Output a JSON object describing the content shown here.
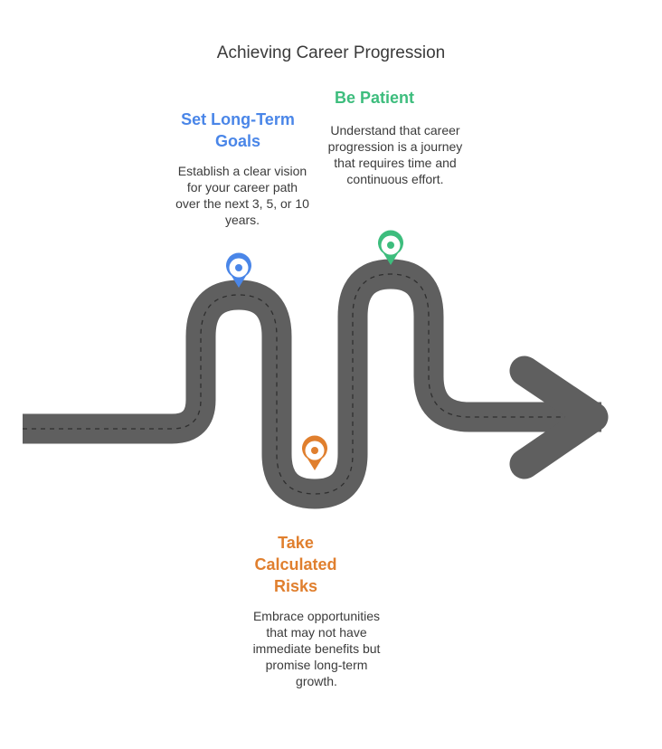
{
  "title": "Achieving Career Progression",
  "colors": {
    "road": "#5f5f5f",
    "lane": "#2f2f2f",
    "goals": "#4a86e8",
    "patient": "#3dbd7d",
    "risks": "#e07f2e"
  },
  "milestones": {
    "goals": {
      "title": "Set Long-Term Goals",
      "description": "Establish a clear vision for your career path over the next 3, 5, or 10 years.",
      "icon": "location-pin-icon"
    },
    "patient": {
      "title": "Be Patient",
      "description": "Understand that career progression is a journey that requires time and continuous effort.",
      "icon": "location-pin-icon"
    },
    "risks": {
      "title": "Take Calculated Risks",
      "description": "Embrace opportunities that may not have immediate benefits but promise long-term growth.",
      "icon": "location-pin-icon"
    }
  },
  "arrow_icon": "arrow-head-icon"
}
